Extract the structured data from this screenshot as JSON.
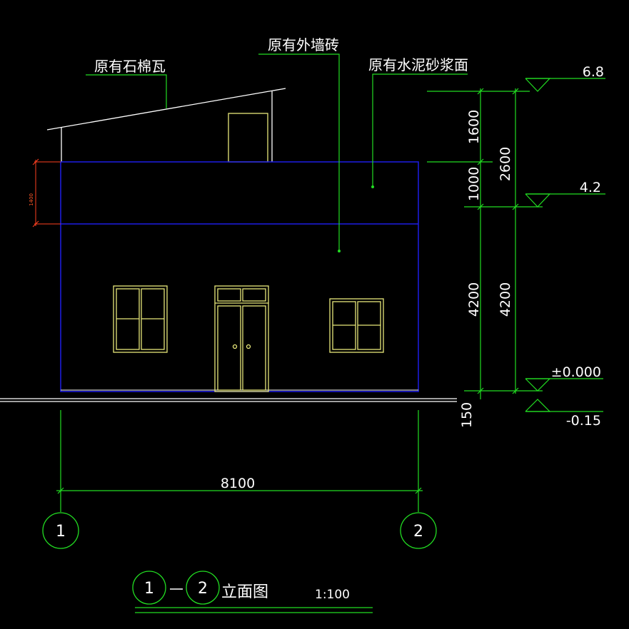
{
  "drawing": {
    "annotations": {
      "asbestos_tile": "原有石棉瓦",
      "exterior_brick": "原有外墙砖",
      "cement_mortar": "原有水泥砂浆面"
    },
    "elevations": {
      "top": "6.8",
      "mid": "4.2",
      "ground": "±0.000",
      "below": "-0.15"
    },
    "dimensions": {
      "inner_top": "1600",
      "inner_mid": "1000",
      "inner_low": "4200",
      "outer_top": "2600",
      "outer_low": "4200",
      "plinth": "150",
      "parapet_small": "1400",
      "width": "8100"
    },
    "axes": {
      "left": "1",
      "right": "2"
    },
    "title": {
      "from_axis": "1",
      "to_axis": "2",
      "name": "立面图",
      "scale": "1:100"
    },
    "colors": {
      "wall": "#1e1ee6",
      "window": "#e8e87a",
      "dimension": "#22dd22",
      "leader": "#22dd22",
      "roof": "#ffffff",
      "red_dim": "#ff4020"
    }
  }
}
